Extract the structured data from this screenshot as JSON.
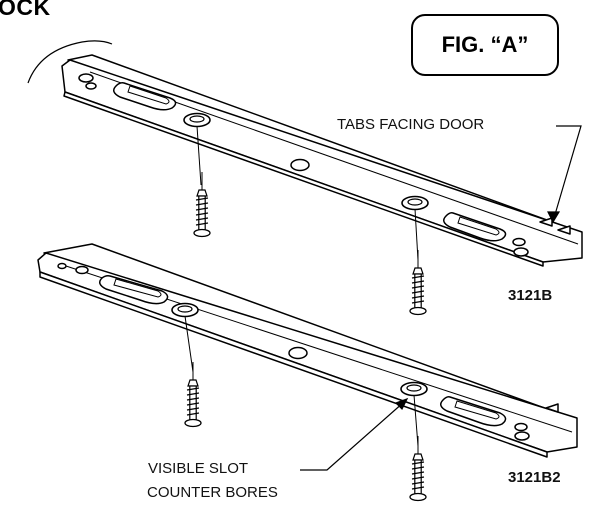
{
  "heading": "OCK",
  "figure_label": "FIG. “A”",
  "callouts": {
    "tabs_facing_door": "TABS FACING DOOR",
    "visible_slot_line1": "VISIBLE SLOT",
    "visible_slot_line2": "COUNTER BORES"
  },
  "parts": {
    "upper": "3121B",
    "lower": "3121B2"
  }
}
